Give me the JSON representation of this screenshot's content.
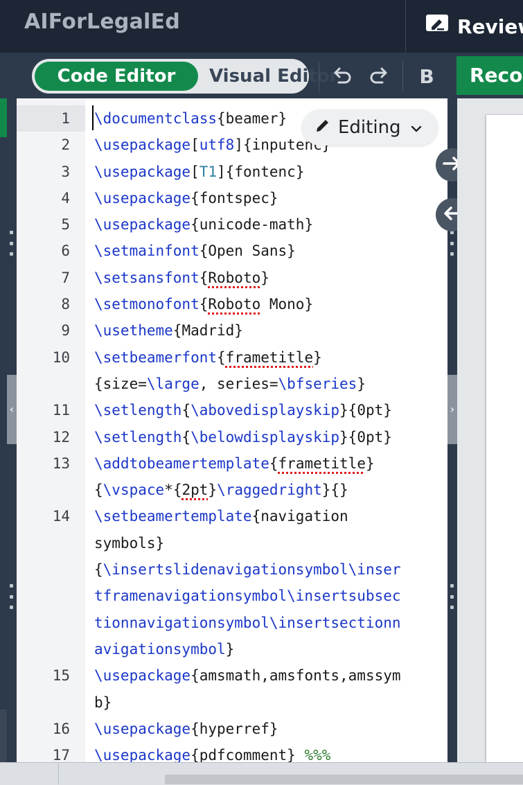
{
  "header": {
    "app_title": "AIForLegalEd",
    "review_label": "Review"
  },
  "toolbar": {
    "code_editor_label": "Code Editor",
    "visual_editor_label": "Visual Editor",
    "bold_label": "B",
    "recompile_label": "Recompile"
  },
  "editor": {
    "editing_mode_label": "Editing",
    "line_numbers": [
      "1",
      "2",
      "3",
      "4",
      "5",
      "6",
      "7",
      "8",
      "9",
      "10",
      "",
      "11",
      "12",
      "13",
      "",
      "14",
      "",
      "",
      "",
      "",
      "",
      "15",
      "",
      "16",
      "17"
    ],
    "lines_text": [
      "\\documentclass{beamer}",
      "\\usepackage[utf8]{inputenc}",
      "\\usepackage[T1]{fontenc}",
      "\\usepackage{fontspec}",
      "\\usepackage{unicode-math}",
      "\\setmainfont{Open Sans}",
      "\\setsansfont{Roboto}",
      "\\setmonofont{Roboto Mono}",
      "\\usetheme{Madrid}",
      "\\setbeamerfont{frametitle}{size=\\large, series=\\bfseries}",
      "\\setlength{\\abovedisplayskip}{0pt}",
      "\\setlength{\\belowdisplayskip}{0pt}",
      "\\addtobeamertemplate{frametitle}{\\vspace*{2pt}\\raggedright}{}",
      "\\setbeamertemplate{navigation symbols}{\\insertslidenavigationsymbol\\insertframenavigationsymbol\\insertsubsectionnavigationsymbol\\insertsectionnavigationsymbol}",
      "\\usepackage{amsmath,amsfonts,amssymb}",
      "\\usepackage{hyperref}",
      "\\usepackage{pdfcomment} %%%"
    ]
  },
  "colors": {
    "accent_green": "#138a4c",
    "command_blue": "#1b37c8",
    "comment_green": "#2e7d32",
    "topbar_bg": "#1c2634"
  },
  "icons": [
    "review-pen-icon",
    "undo-icon",
    "redo-icon",
    "pencil-icon",
    "chevron-down-icon",
    "arrow-right-icon",
    "arrow-left-icon",
    "chevron-left-icon",
    "chevron-right-icon",
    "grip-icon"
  ]
}
